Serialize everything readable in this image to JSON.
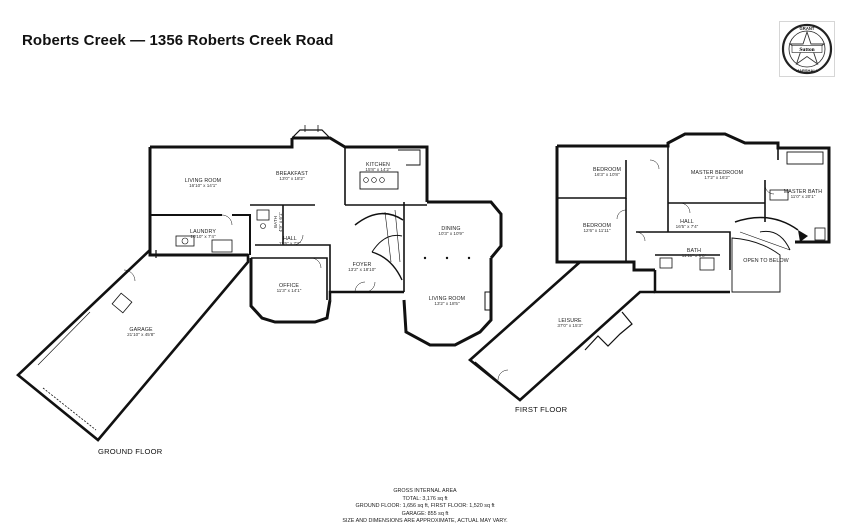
{
  "header": {
    "title": "Roberts Creek — 1356 Roberts Creek Road"
  },
  "logo": {
    "text_top": "GRANT",
    "text_mid": "Sutton",
    "text_bottom": "MARSHALL"
  },
  "floors": {
    "ground": "GROUND FLOOR",
    "first": "FIRST FLOOR"
  },
  "rooms": {
    "living_room": {
      "name": "LIVING ROOM",
      "dims": "16'10\" x 14'1\""
    },
    "breakfast": {
      "name": "BREAKFAST",
      "dims": "13'0\" x 18'2\""
    },
    "kitchen": {
      "name": "KITCHEN",
      "dims": "15'8\" x 14'2\""
    },
    "laundry": {
      "name": "LAUNDRY",
      "dims": "10'10\" x 7'4\""
    },
    "hall_ground": {
      "name": "HALL",
      "dims": "11'6\" x 7'2\""
    },
    "foyer": {
      "name": "FOYER",
      "dims": "13'2\" x 18'10\""
    },
    "office": {
      "name": "OFFICE",
      "dims": "11'3\" x 14'1\""
    },
    "dining": {
      "name": "DINING",
      "dims": "10'3\" x 10'9\""
    },
    "living_room_2": {
      "name": "LIVING ROOM",
      "dims": "13'2\" x 18'5\""
    },
    "garage": {
      "name": "GARAGE",
      "dims": "21'10\" x 45'8\""
    },
    "bath_small": {
      "name": "BATH",
      "dims": "4'9\" x 6'1\""
    },
    "bedroom_1": {
      "name": "BEDROOM",
      "dims": "16'3\" x 10'8\""
    },
    "master_bedroom": {
      "name": "MASTER BEDROOM",
      "dims": "17'2\" x 16'2\""
    },
    "master_bath": {
      "name": "MASTER BATH",
      "dims": "11'0\" x 20'1\""
    },
    "bedroom_2": {
      "name": "BEDROOM",
      "dims": "12'6\" x 11'11\""
    },
    "hall_first": {
      "name": "HALL",
      "dims": "16'5\" x 7'4\""
    },
    "bath_first": {
      "name": "BATH",
      "dims": "11'11\" x 9'8\""
    },
    "open_below": {
      "name": "OPEN TO BELOW",
      "dims": ""
    },
    "leisure": {
      "name": "LEISURE",
      "dims": "37'0\" x 15'3\""
    }
  },
  "area": {
    "heading": "GROSS INTERNAL AREA",
    "total": "TOTAL: 3,176 sq ft",
    "floors": "GROUND FLOOR: 1,656 sq ft, FIRST FLOOR: 1,520 sq ft",
    "garage": "GARAGE: 855 sq ft",
    "disclaimer": "SIZE AND DIMENSIONS ARE APPROXIMATE, ACTUAL MAY VARY."
  }
}
